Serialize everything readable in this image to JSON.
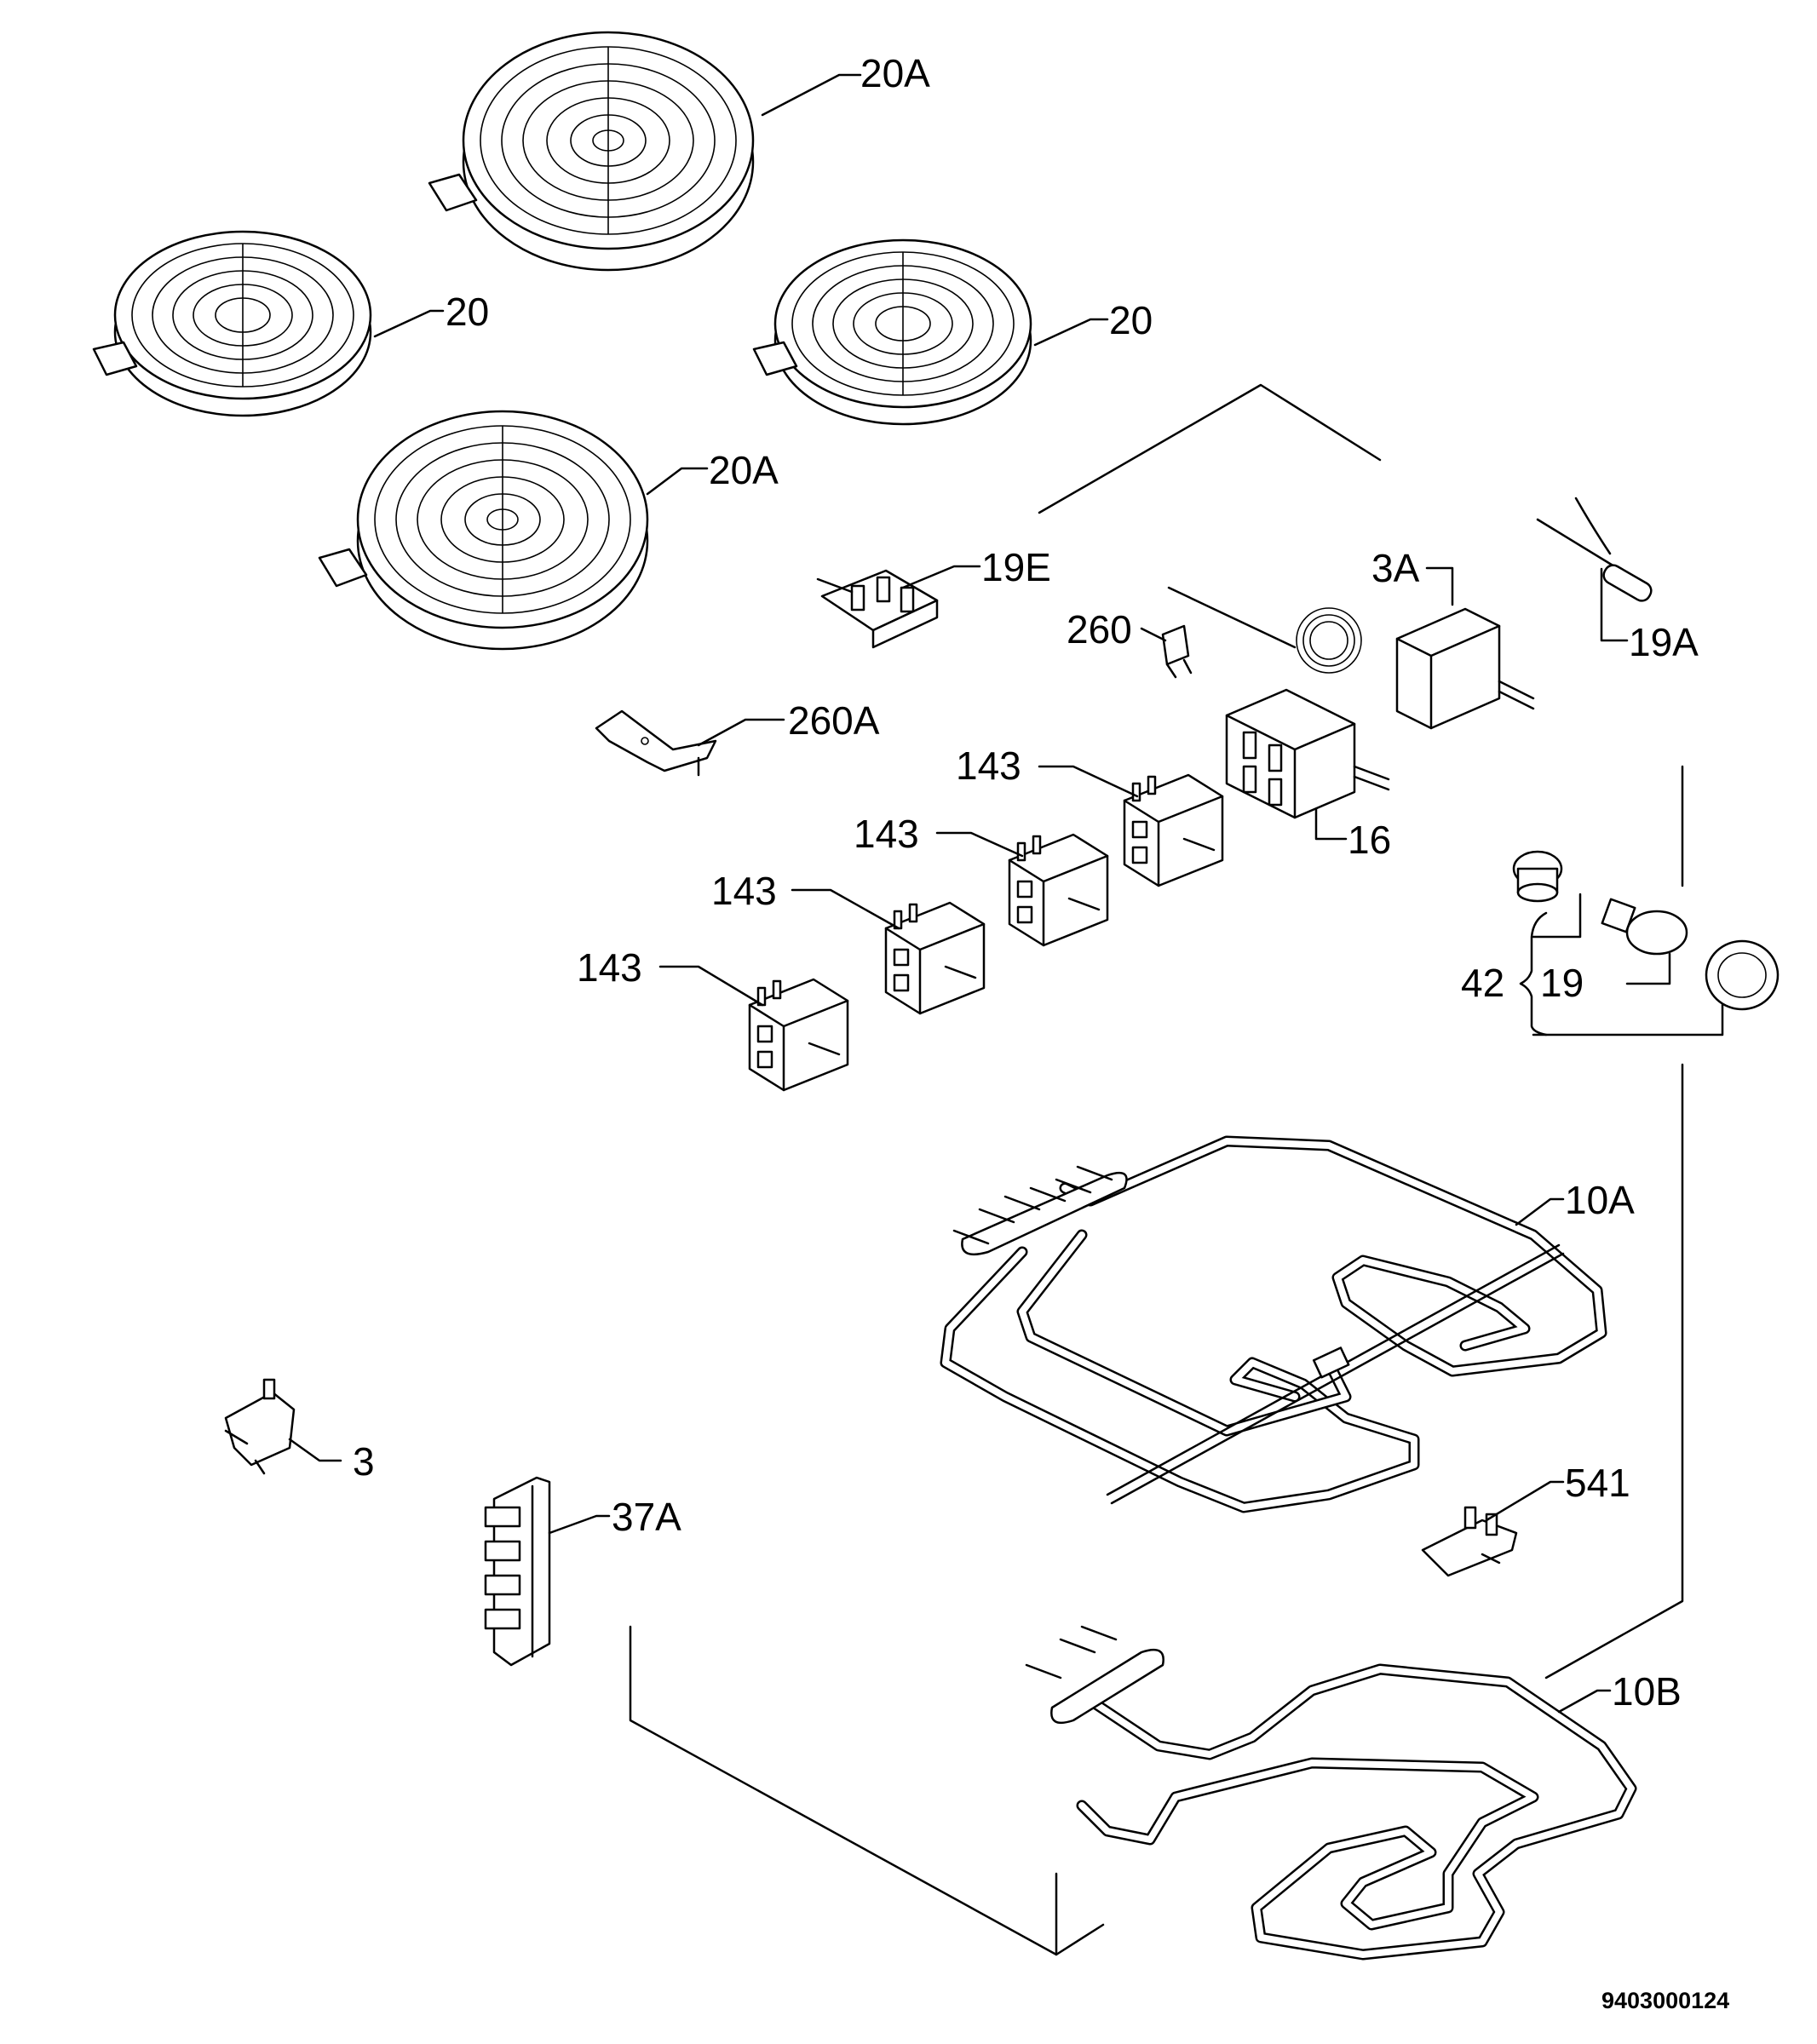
{
  "labels": {
    "l_20a_top": "20A",
    "l_20_left": "20",
    "l_20_right": "20",
    "l_20a_mid": "20A",
    "l_19e": "19E",
    "l_3a": "3A",
    "l_19a": "19A",
    "l_260": "260",
    "l_260a": "260A",
    "l_143_a": "143",
    "l_16": "16",
    "l_143_b": "143",
    "l_143_c": "143",
    "l_143_d": "143",
    "l_42": "42",
    "l_19": "19",
    "l_10a": "10A",
    "l_541": "541",
    "l_3": "3",
    "l_37a": "37A",
    "l_10b": "10B"
  },
  "document_number": "9403000124"
}
